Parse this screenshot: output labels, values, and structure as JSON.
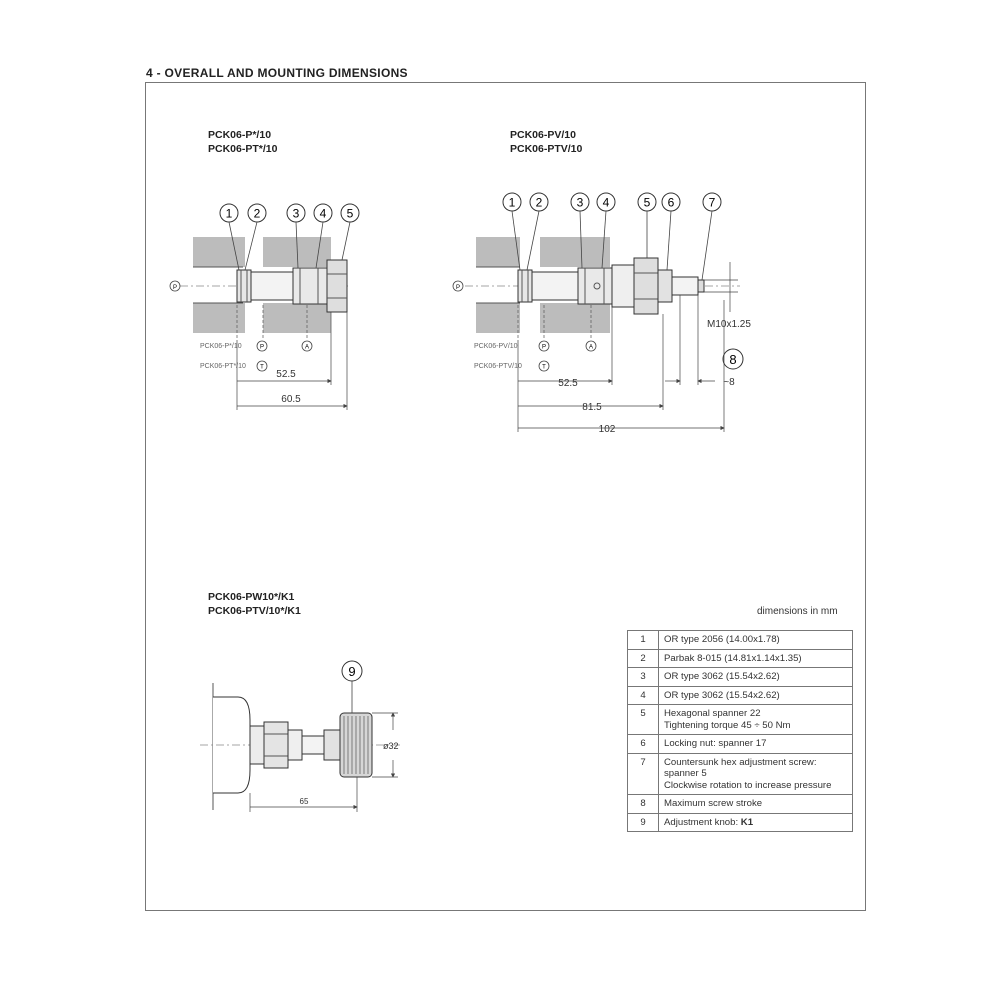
{
  "section_title": "4 - OVERALL AND MOUNTING DIMENSIONS",
  "models": {
    "group_a": [
      "PCK06-P*/10",
      "PCK06-PT*/10"
    ],
    "group_b": [
      "PCK06-PV/10",
      "PCK06-PTV/10"
    ],
    "group_c": [
      "PCK06-PW10*/K1",
      "PCK06-PTV/10*/K1"
    ]
  },
  "callouts_a": [
    "1",
    "2",
    "3",
    "4",
    "5"
  ],
  "callouts_b": [
    "1",
    "2",
    "3",
    "4",
    "5",
    "6",
    "7"
  ],
  "callout_8": "8",
  "callout_9": "9",
  "ports": {
    "p": "P",
    "t": "T",
    "a": "A"
  },
  "labels": {
    "a_row1": "PCK06-P*/10",
    "a_row2": "PCK06-PT*/10",
    "b_row1": "PCK06-PV/10",
    "b_row2": "PCK06-PTV/10"
  },
  "dimensions": {
    "a_52_5": "52.5",
    "a_60_5": "60.5",
    "b_52_5": "52.5",
    "b_81_5": "81.5",
    "b_102": "102",
    "thread": "M10x1.25",
    "stroke": "~8",
    "k1_65": "65",
    "k1_dia": "ø32"
  },
  "units_note": "dimensions in mm",
  "parts": [
    {
      "num": "1",
      "lines": [
        "OR type 2056 (14.00x1.78)"
      ]
    },
    {
      "num": "2",
      "lines": [
        "Parbak 8-015 (14.81x1.14x1.35)"
      ]
    },
    {
      "num": "3",
      "lines": [
        "OR type 3062 (15.54x2.62)"
      ]
    },
    {
      "num": "4",
      "lines": [
        "OR type 3062 (15.54x2.62)"
      ]
    },
    {
      "num": "5",
      "lines": [
        "Hexagonal spanner 22",
        "Tightening torque 45 ÷ 50 Nm"
      ]
    },
    {
      "num": "6",
      "lines": [
        "Locking nut: spanner 17"
      ]
    },
    {
      "num": "7",
      "lines": [
        "Countersunk hex adjustment screw: spanner 5",
        "Clockwise rotation to increase pressure"
      ]
    },
    {
      "num": "8",
      "lines": [
        "Maximum screw stroke"
      ]
    },
    {
      "num": "9",
      "lines": [
        "Adjustment knob: "
      ],
      "bold_suffix": "K1"
    }
  ]
}
